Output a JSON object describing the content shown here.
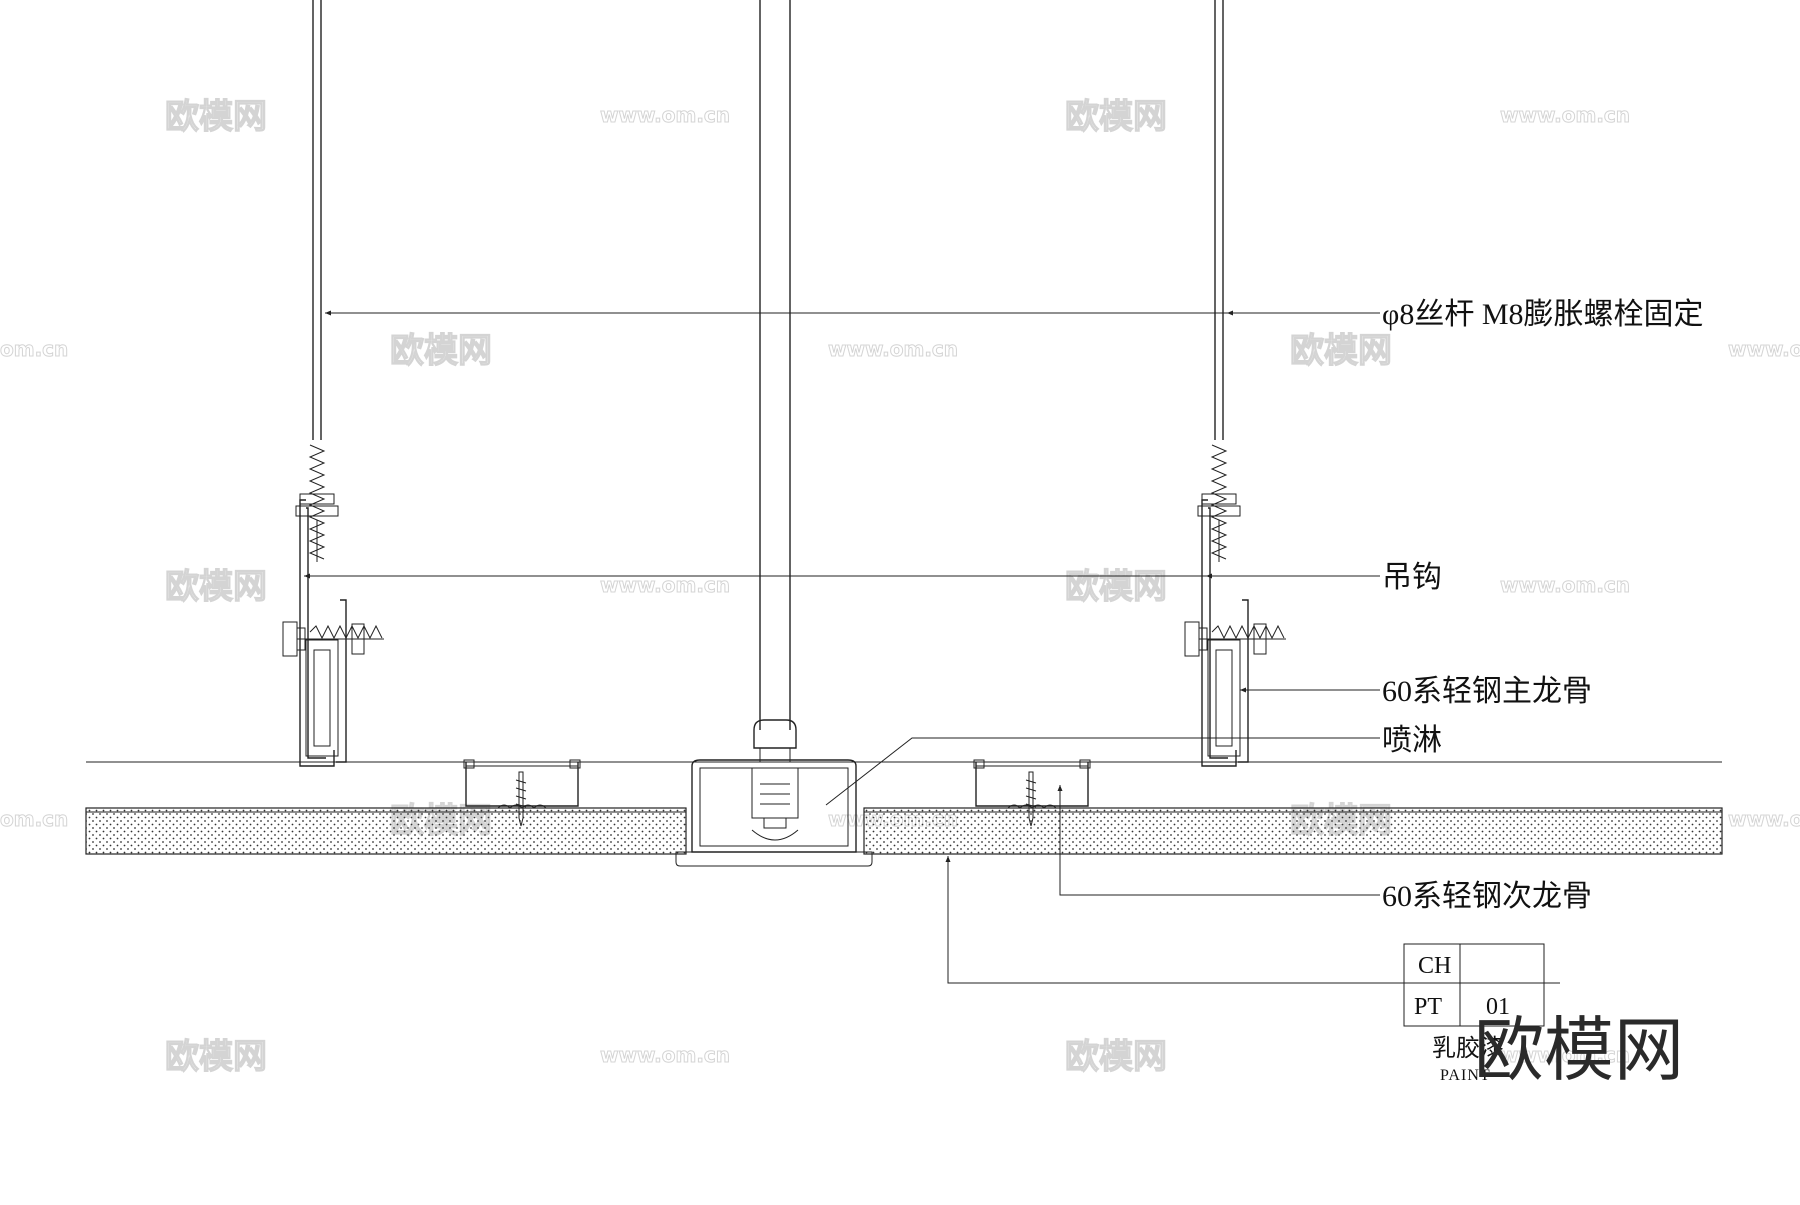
{
  "labels": {
    "rod": "φ8丝杆 M8膨胀螺栓固定",
    "hook": "吊钩",
    "main_keel": "60系轻钢主龙骨",
    "sprinkler": "喷淋",
    "sub_keel": "60系轻钢次龙骨"
  },
  "finish_tag": {
    "row1_code": "CH",
    "row2_code": "PT",
    "row2_num": "01",
    "name_cn": "乳胶漆",
    "name_en": "PAINT"
  },
  "watermarks": {
    "brand": "欧模网",
    "url": "www.om.cn",
    "url_short": "om.cn"
  }
}
